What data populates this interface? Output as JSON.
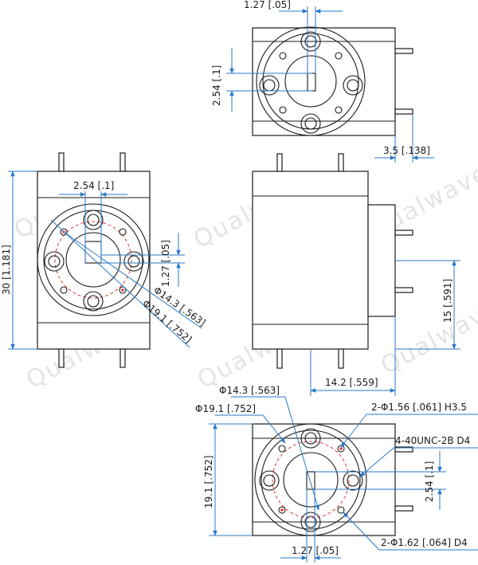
{
  "watermark": {
    "text": "Qualwave",
    "color": "#cfcfcf"
  },
  "colors": {
    "outline": "#1a1a1a",
    "dimension": "#2a79c7",
    "bolt_circle": "#e23b3b"
  },
  "top_view": {
    "dim_top": "1.27 [.05]",
    "dim_left": "2.54 [.1]",
    "dim_right": "3.5 [.138]"
  },
  "left_view": {
    "dim_height": "30 [1.181]",
    "dim_top": "2.54 [.1]",
    "dim_center": "1.27 [.05]",
    "dim_dia_small": "Φ14.3 [.563]",
    "dim_dia_large": "Φ19.1 [.752]"
  },
  "side_view": {
    "dim_height": "15 [.591]",
    "dim_width": "14.2 [.559]"
  },
  "bottom_view": {
    "dim_dia_small": "Φ14.3 [.563]",
    "dim_dia_large": "Φ19.1 [.752]",
    "dim_height": "19.1 [.752]",
    "dim_holes_top": "2-Φ1.56 [.061] H3.5",
    "dim_thread": "4-40UNC-2B D4",
    "dim_right": "2.54 [.1]",
    "dim_bottom": "1.27 [.05]",
    "dim_holes_bottom": "2-Φ1.62 [.064] D4"
  }
}
